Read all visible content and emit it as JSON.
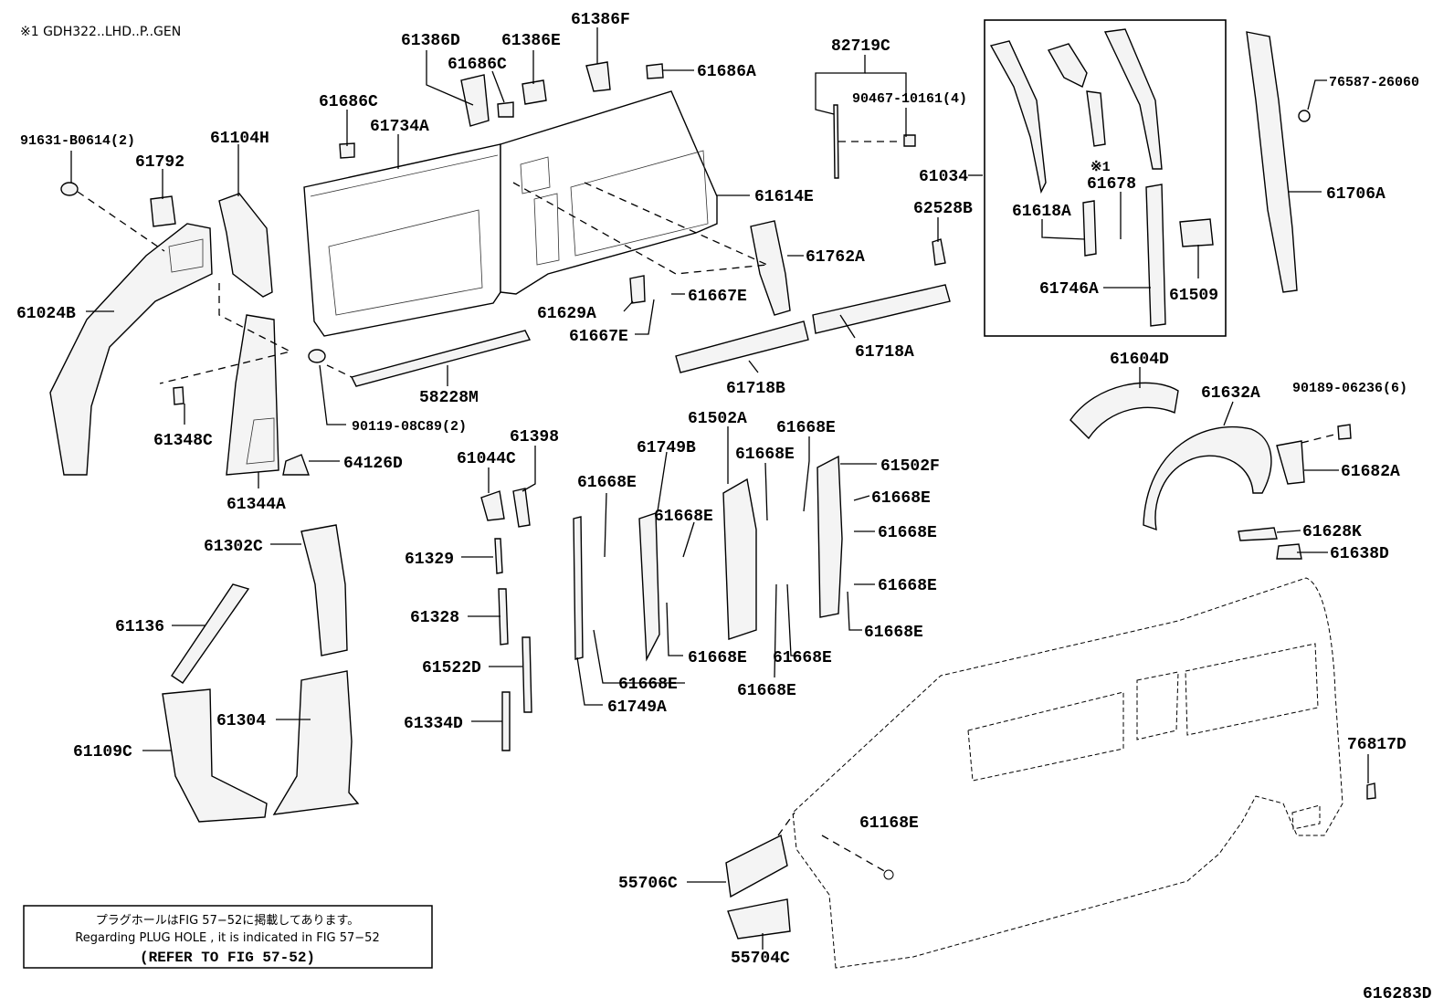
{
  "header_note": "※1 GDH322..LHD..P..GEN",
  "figure_code": "616283D",
  "notice": {
    "jp": "プラグホールはFIG 57−52に掲載してあります。",
    "en": "Regarding  PLUG  HOLE , it is indicated in FIG  57−52",
    "ref": "(REFER TO FIG 57-52)"
  },
  "labels": {
    "l61386D": "61386D",
    "l61386E": "61386E",
    "l61386F": "61386F",
    "l61686C_a": "61686C",
    "l61686A": "61686A",
    "l61686C_b": "61686C",
    "l61734A": "61734A",
    "l82719C": "82719C",
    "l90467": "90467-10161(4)",
    "l91631": "91631-B0614(2)",
    "l61104H": "61104H",
    "l61792": "61792",
    "l61614E": "61614E",
    "l61034": "61034",
    "l62528B": "62528B",
    "l76587": "76587-26060",
    "l61706A": "61706A",
    "l61678_mark": "※1",
    "l61678": "61678",
    "l61618A": "61618A",
    "l61746A": "61746A",
    "l61509": "61509",
    "l61762A": "61762A",
    "l61024B": "61024B",
    "l61629A": "61629A",
    "l61667E_a": "61667E",
    "l61667E_b": "61667E",
    "l61718A": "61718A",
    "l61718B": "61718B",
    "l58228M": "58228M",
    "l90119": "90119-08C89(2)",
    "l61348C": "61348C",
    "l64126D": "64126D",
    "l61344A": "61344A",
    "l61604D": "61604D",
    "l61632A": "61632A",
    "l90189": "90189-06236(6)",
    "l61682A": "61682A",
    "l61628K": "61628K",
    "l61638D": "61638D",
    "l61502A": "61502A",
    "l61668E_1": "61668E",
    "l61749B": "61749B",
    "l61398": "61398",
    "l61044C": "61044C",
    "l61668E_2": "61668E",
    "l61668E_3": "61668E",
    "l61502F": "61502F",
    "l61668E_4": "61668E",
    "l61668E_5": "61668E",
    "l61668E_6": "61668E",
    "l61668E_7": "61668E",
    "l61302C": "61302C",
    "l61329": "61329",
    "l61668E_8": "61668E",
    "l61328": "61328",
    "l61136": "61136",
    "l61668E_9": "61668E",
    "l61668E_10": "61668E",
    "l61522D": "61522D",
    "l61668E_11": "61668E",
    "l61749A": "61749A",
    "l61668E_12": "61668E",
    "l61304": "61304",
    "l61334D": "61334D",
    "l61109C": "61109C",
    "l76817D": "76817D",
    "l61168E": "61168E",
    "l55706C": "55706C",
    "l55704C": "55704C"
  }
}
